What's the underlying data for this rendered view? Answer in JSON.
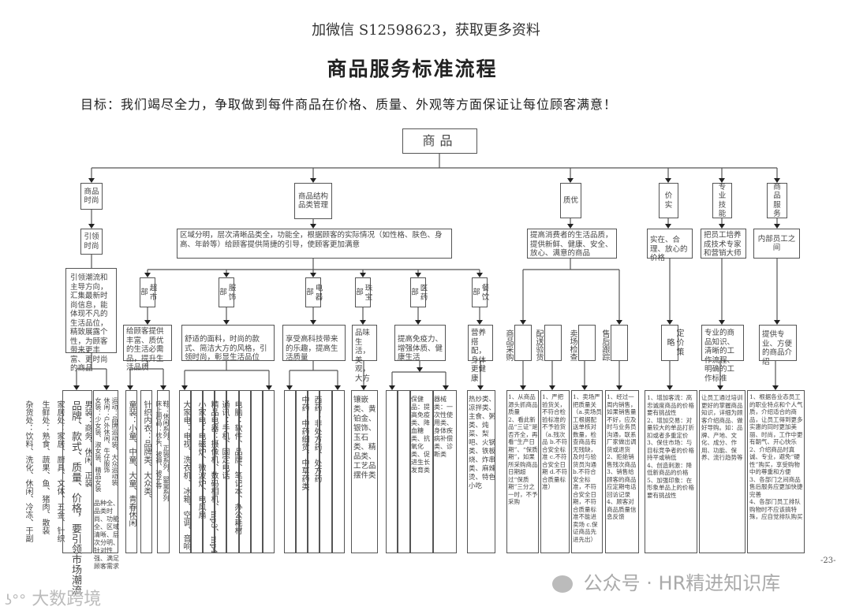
{
  "header": {
    "wechat_note": "加微信 S12598623，获取更多资料",
    "title": "商品服务标准流程",
    "goal": "目标：我们竭尽全力，争取做到每件商品在价格、质量、外观等方面保证让每位顾客满意！"
  },
  "root": "商品",
  "level1": {
    "fashion": "商品时尚",
    "structure": "商品结构品类管理",
    "quality": "质优",
    "price": "价实",
    "skill": "专业技能",
    "service": "商品服务"
  },
  "level2": {
    "fashion": "引领时尚",
    "structure": "区域分明，层次清晰品类全，功能全，根据顾客的实际情况（如性格、肤色、身高、年龄等）给顾客提供简捷的引导，使顾客更加满意",
    "quality": "提高消费者的生活品质，提供新鲜、健康、安全、放心、满意的商品",
    "price": "实在、合理、放心的价格",
    "skill": "把员工培养成技术专家和营销大师",
    "service": "内部员工之间"
  },
  "fashion_desc": "引领潮流和主导方向，汇集最新时尚信息，能体现不凡的生活品位，精致展露个性，为顾客带来更丰富、更时尚的商品",
  "departments": [
    {
      "name": "超市部",
      "desc": "给顾客提供丰富、质优的生活必需品，提升生活品质"
    },
    {
      "name": "服饰部",
      "desc": "舒适的面料，时尚的款式、简洁大方的风格，引领时尚，彰显生活品位"
    },
    {
      "name": "电器部",
      "desc": "享受高科技带来的乐趣，提高生活质量"
    },
    {
      "name": "珠宝部",
      "desc": "品味生活，美观，大方"
    },
    {
      "name": "医药部",
      "desc": "提高免疫力、增强体质、健康生活"
    },
    {
      "name": "餐饮部",
      "desc": "营养搭配，身体更健康"
    }
  ],
  "quality_steps": [
    {
      "label": "商品采购",
      "detail": "1、从商品源头抓商品质量\n2、看此新品“三证”是否齐全，再看“生产日期”、“保质期”，如果所采购商品日期超过“保质期”三分之一时，不予采购"
    },
    {
      "label": "配送验货",
      "detail": "1、严把验货关，不符合检验标准的不予验货（a.残次品 b.不符合安全标准 c.不符合安全日期 d.不符合质量标准）"
    },
    {
      "label": "卖场检查",
      "detail": "1、卖场严把质量关（a.卖场员工根据配送单核对数量，检查商品有无残缺，及时与验货员沟通 b.不符合安全标准，不符合安全日期，不符合质量标准不能进卖场 c.保证商品先进先出）"
    },
    {
      "label": "售后跟踪",
      "detail": "1、经过一周内销售，如果销售量不好，应及时与业务员沟通，联系厂家做出调货或退货\n2、拒绝销售残次商品\n3、销售给顾客的商品应定期电话回访记录\n4、顾客对商品质量信息反馈"
    }
  ],
  "pricing": {
    "strategy": "定价策略",
    "detail": "1、增加客流：高忠诚度商品的价格要有挑战性\n2、增加交易：对量较大的单品打折扣或者多重定价\n3、保住市场：与目标竞争者的价格持平或稍低\n4、创造刺激：降低新商品的价格\n5、加强印象：在形象单品上的价格要有挑战性"
  },
  "skill": {
    "desc": "专业的商品知识、清晰的工作流程、明确的工作标准",
    "detail": "让员工通过培训更好的掌握商品知识，详细为顾客介绍商品、做好导购。如：品牌、产地、文化、成分、作用、功能、保养、流行趋势等"
  },
  "service": {
    "desc": "提供专业、方便的商品介绍",
    "detail": "1、根据各业态员工的职业特点和个人气质，介绍适合的商品，让员工得到更多实惠的同时更加美丽、时尚，工作中更有朝气、开心快乐\n2、介绍商品时真诚、专业，避免“硬性”购买，享受购物中的尊重和方便\n3、各部门之间商品售后服务应更加快捷完善\n4、各部门员工排队购物时不应该搞特殊，应自觉排队购买"
  },
  "bottom": {
    "grocery": "杂货处：饮料、洗化、休闲、冷冻、干副",
    "fresh": "生鲜处：熟食、蔬果、鱼、猪肉、散装",
    "home": "家居处：家居、厨具、文体、五金、针织",
    "brand": "品牌、款式、质量、价格，要引领市场潮流",
    "menswear": "男装：商务、休闲、正装",
    "womenswear": "女装：少女装、淑女装、精品女装",
    "casual": "休闲：户外休闲、牛仔服饰",
    "sports": "运动：品牌运动装、大众运动装",
    "summary": "品种全、品类时尚、功能全、区域清晰、层次分明、针对性强、满足顾客需求",
    "kids": "童装：小童、中童、大童、青春休闲",
    "underwear": "针织内衣：品牌类、大众类、",
    "bedding": "床上用品：枕头、被褥、被子等",
    "shoes": "鞋：休闲系列、正装系列、婴童系列",
    "big_appliance": "大家电：电视、洗衣机、冰箱、空调、音响",
    "small_appliance": "小家电：电磁炉、微波炉、电风扇",
    "premium_appliance": "精品电器：摄像机、数码相机、mp3、mp4",
    "telecom": "通讯：手机、固定电话",
    "computer": "电脑：软件、品牌、笔记本、办公耗材",
    "chinese_medicine": "中药：中药细货、中草药类",
    "western_medicine": "西药：非处方药、处方药",
    "jewelry": "镶嵌类、黄铂金、银饰、玉石类、精品类、工艺品摆件类",
    "health": "保健品：提高免疫类、降血糖类、抗氧化类、促进生长发育类",
    "devices": "器械类：一次性使用类、身体疾病补偿类、诊断类",
    "food": "热炒类、凉拌类、主食、粥类、炖菜、梨吧、火锅类、铁板烧、炸串类、麻辣烫、特色小吃"
  },
  "footer": {
    "page": "-23-",
    "watermark_left": "大数跨境",
    "watermark_right": "公众号 · HR精进知识库"
  }
}
